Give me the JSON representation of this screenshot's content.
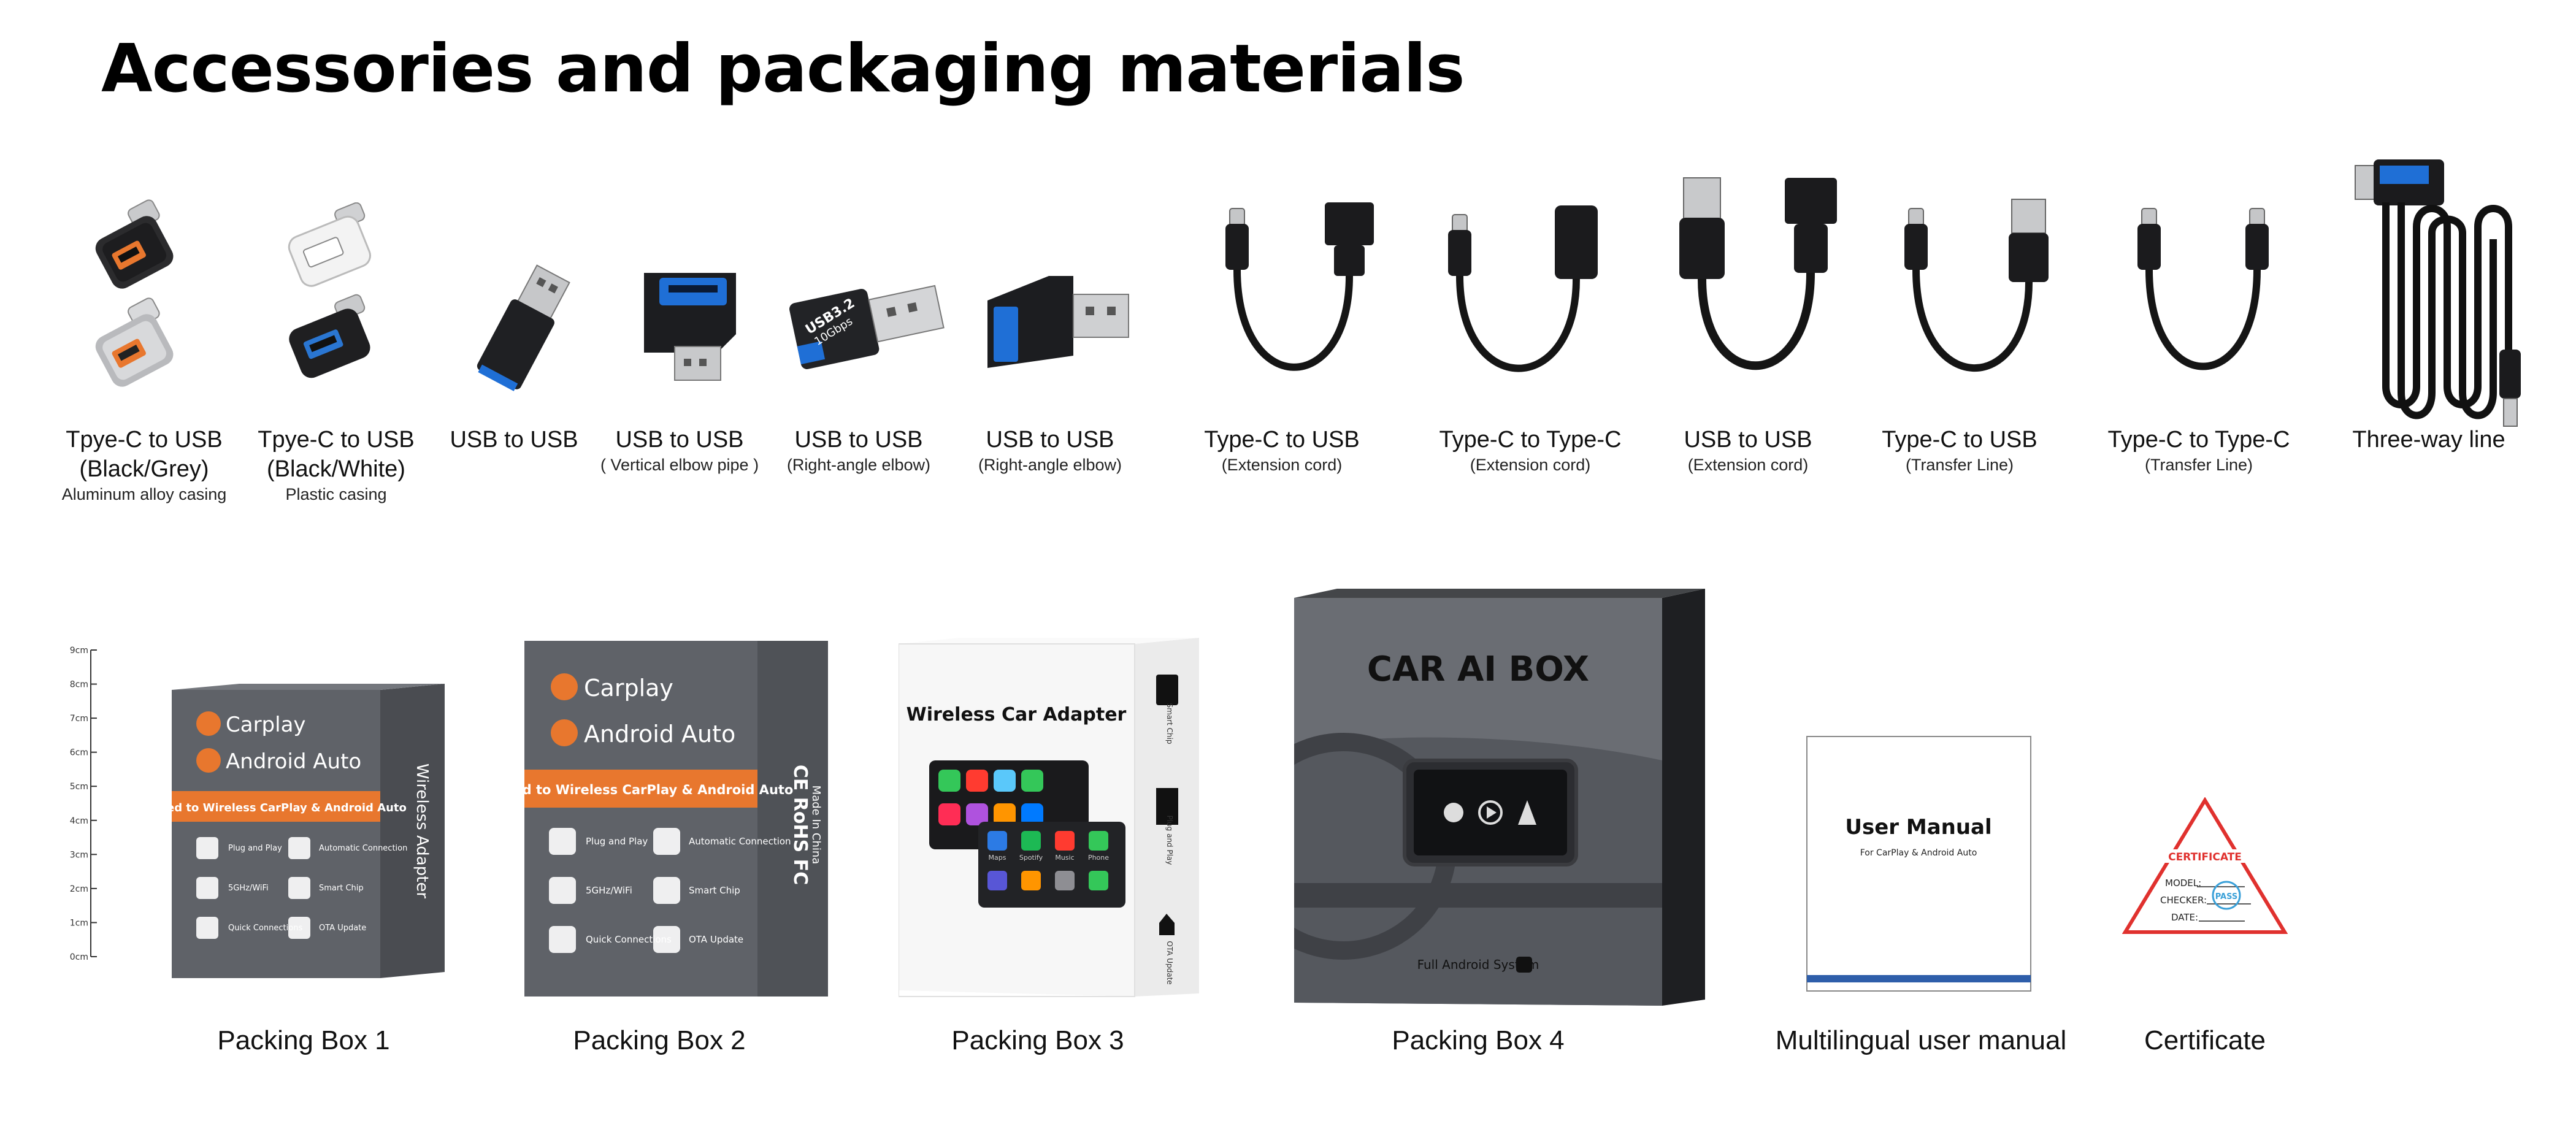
{
  "page_title": "Accessories and packaging materials",
  "accessories": [
    {
      "line1": "Tpye-C to USB",
      "line2": "(Black/Grey)",
      "note": "Aluminum alloy casing"
    },
    {
      "line1": "Tpye-C to USB",
      "line2": "(Black/White)",
      "note": "Plastic casing"
    },
    {
      "line1": "USB to USB",
      "note": ""
    },
    {
      "line1": "USB to USB",
      "note": "( Vertical elbow pipe )"
    },
    {
      "line1": "USB to USB",
      "note": "(Right-angle elbow)"
    },
    {
      "line1": "USB to USB",
      "note": "(Right-angle elbow)"
    },
    {
      "line1": "Type-C to USB",
      "note": "(Extension cord)"
    },
    {
      "line1": "Type-C to Type-C",
      "note": "(Extension cord)"
    },
    {
      "line1": "USB to USB",
      "note": "(Extension cord)"
    },
    {
      "line1": "Type-C to USB",
      "note": "(Transfer Line)"
    },
    {
      "line1": "Type-C to Type-C",
      "note": "(Transfer Line)"
    },
    {
      "line1": "Three-way line",
      "note": ""
    }
  ],
  "usb_badge": {
    "top": "USB3.2",
    "bottom": "10Gbps"
  },
  "ruler_ticks": [
    "9cm",
    "8cm",
    "7cm",
    "6cm",
    "5cm",
    "4cm",
    "3cm",
    "2cm",
    "1cm",
    "0cm"
  ],
  "box_common": {
    "carplay": "Carplay",
    "android_auto": "Android Auto",
    "banner": "Wired to Wireless CarPlay &  Android Auto",
    "features": [
      "Plug and Play",
      "Automatic Connection",
      "5GHz/WiFi",
      "Smart Chip",
      "Quick Connections",
      "OTA Update"
    ],
    "side1": "Wireless Adapter",
    "side2": "CE RoHS FC",
    "side2b": "Made In China"
  },
  "box3": {
    "title": "Wireless Car Adapter",
    "side": [
      "Smart Chip",
      "Plug and Play",
      "OTA Update"
    ],
    "screen_labels": [
      "Maps",
      "Spotify",
      "Music",
      "Phone"
    ]
  },
  "box4": {
    "title": "CAR AI BOX",
    "footer": "Full Android System"
  },
  "manual": {
    "title": "User Manual",
    "subtitle": "For CarPlay & Android Auto"
  },
  "certificate": {
    "title": "CERTIFICATE",
    "model": "MODEL:",
    "checker": "CHECKER:",
    "date": "DATE:",
    "stamp": "PASS"
  },
  "packaging_labels": [
    "Packing Box 1",
    "Packing Box 2",
    "Packing Box 3",
    "Packing Box 4",
    "Multilingual user manual",
    "Certificate"
  ],
  "colors": {
    "accent": "#E8772E",
    "box_grey": "#5F6268",
    "cert_red": "#E0312E",
    "manual_blue": "#2E5EAA"
  }
}
